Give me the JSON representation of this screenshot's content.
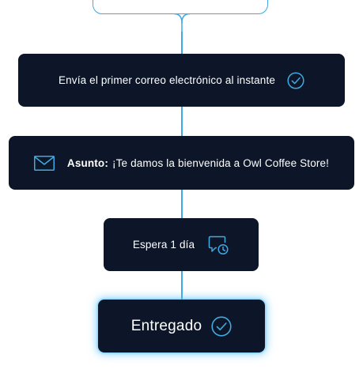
{
  "steps": [
    {
      "text": "Envía el primer correo electrónico al instante",
      "icon": "check-circle-icon"
    },
    {
      "subject_label": "Asunto:",
      "subject_text": "¡Te damos la bienvenida a Owl Coffee Store!",
      "icon": "mail-icon"
    },
    {
      "text": "Espera 1 día",
      "icon": "chat-clock-icon"
    },
    {
      "text": "Entregado",
      "icon": "check-circle-icon"
    }
  ],
  "colors": {
    "card_bg": "#0c1628",
    "accent": "#3fa9e2",
    "text": "#ffffff",
    "glow": "#48beff"
  }
}
